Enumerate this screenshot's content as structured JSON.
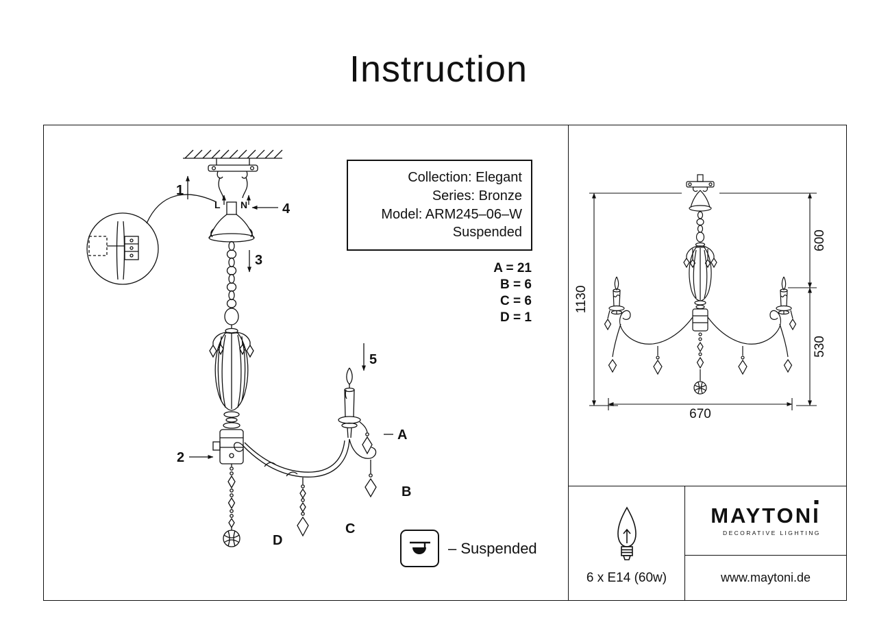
{
  "title": "Instruction",
  "info_box": {
    "lines": [
      "Collection: Elegant",
      "Series: Bronze",
      "Model: ARM245–06–W",
      "Suspended"
    ]
  },
  "parts_list": [
    "A = 21",
    "B = 6",
    "C = 6",
    "D = 1"
  ],
  "assembly": {
    "callouts": {
      "c1": "1",
      "c2": "2",
      "c3": "3",
      "c4": "4",
      "c5": "5"
    },
    "wire_labels": {
      "l": "L",
      "n": "N"
    },
    "crystal_labels": {
      "a": "A",
      "b": "B",
      "c": "C",
      "d": "D"
    }
  },
  "mount": {
    "label": "– Suspended"
  },
  "dimensions": {
    "total_height": "1130",
    "upper_height": "600",
    "lower_height": "530",
    "width": "670"
  },
  "bulb": {
    "spec": "6 x E14 (60w)"
  },
  "brand": {
    "name_prefix": "MAYTON",
    "name_last": "I",
    "tagline": "DECORATIVE LIGHTING",
    "url": "www.maytoni.de"
  }
}
